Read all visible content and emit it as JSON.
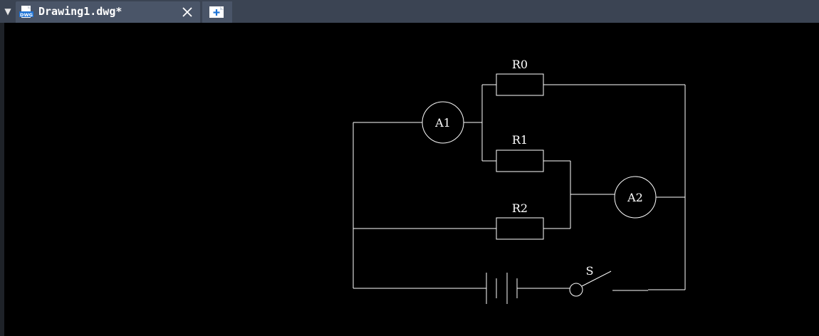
{
  "tabs": [
    {
      "title": "Drawing1.dwg*",
      "icon": "dwg-file-icon",
      "active": true
    }
  ],
  "tabbar": {
    "menu_glyph": "▼",
    "close_icon": "close-icon",
    "new_tab_icon": "new-tab-icon"
  },
  "drawing": {
    "labels": {
      "r0": "R0",
      "r1": "R1",
      "r2": "R2",
      "a1": "A1",
      "a2": "A2",
      "s": "S"
    }
  },
  "colors": {
    "tabbar_bg": "#3b4453",
    "tab_active_bg": "#4a5568",
    "canvas_bg": "#000000",
    "stroke": "#ffffff",
    "dwg_icon_blue": "#1e73d6"
  }
}
